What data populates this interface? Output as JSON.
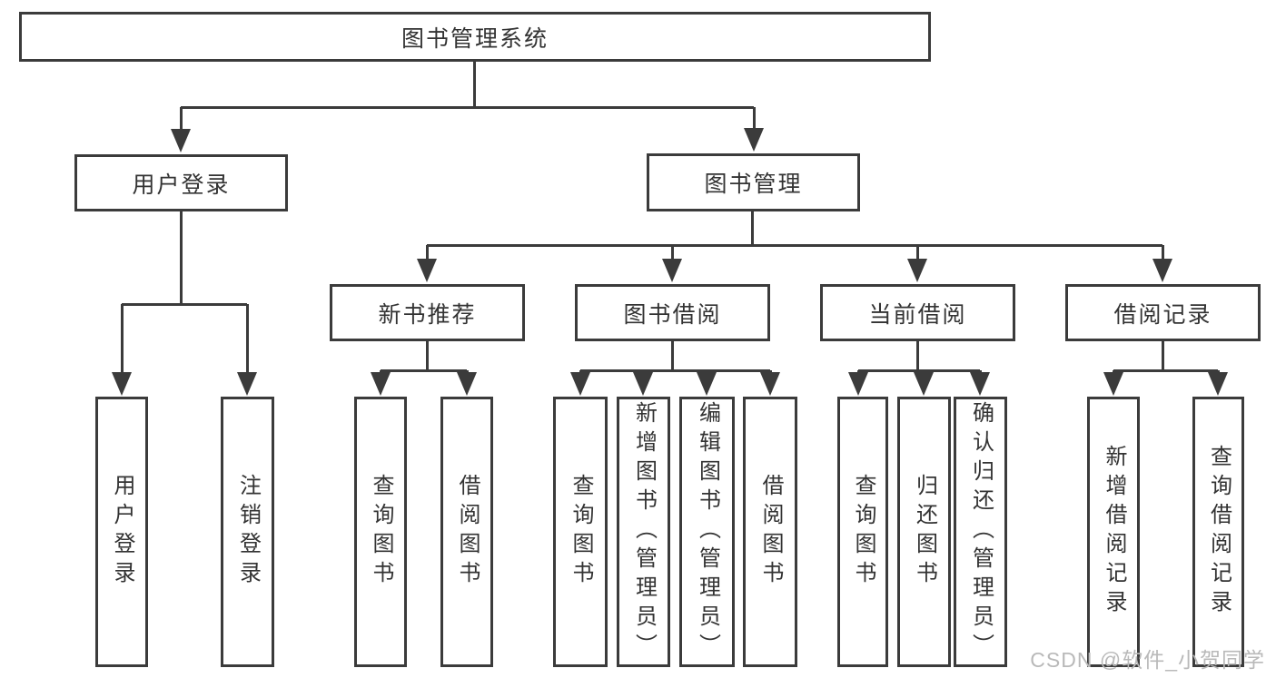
{
  "diagram_title": "图书管理系统",
  "watermark": {
    "text": "CSDN @软件_小贺同学"
  },
  "colors": {
    "line": "#3b3b3b",
    "text": "#333333",
    "background": "#ffffff",
    "watermark": "#b9b9b9"
  },
  "nodes": [
    {
      "id": "root",
      "label": "图书管理系统",
      "level": 1,
      "parent": null
    },
    {
      "id": "user-login",
      "label": "用户登录",
      "level": 2,
      "parent": "root"
    },
    {
      "id": "book-management",
      "label": "图书管理",
      "level": 2,
      "parent": "root"
    },
    {
      "id": "new-book-recommend",
      "label": "新书推荐",
      "level": 3,
      "parent": "book-management"
    },
    {
      "id": "book-borrow",
      "label": "图书借阅",
      "level": 3,
      "parent": "book-management"
    },
    {
      "id": "current-borrow",
      "label": "当前借阅",
      "level": 3,
      "parent": "book-management"
    },
    {
      "id": "borrow-records",
      "label": "借阅记录",
      "level": 3,
      "parent": "book-management"
    },
    {
      "id": "leaf-user-login",
      "label": "用户登录",
      "level": 4,
      "parent": "user-login"
    },
    {
      "id": "leaf-logout",
      "label": "注销登录",
      "level": 4,
      "parent": "user-login"
    },
    {
      "id": "leaf-query-book-recommend",
      "label": "查询图书",
      "level": 4,
      "parent": "new-book-recommend"
    },
    {
      "id": "leaf-borrow-book-recommend",
      "label": "借阅图书",
      "level": 4,
      "parent": "new-book-recommend"
    },
    {
      "id": "leaf-query-book-borrow",
      "label": "查询图书",
      "level": 4,
      "parent": "book-borrow"
    },
    {
      "id": "leaf-add-book-admin",
      "label": "新增图书（管理员）",
      "level": 4,
      "parent": "book-borrow"
    },
    {
      "id": "leaf-edit-book-admin",
      "label": "编辑图书（管理员）",
      "level": 4,
      "parent": "book-borrow"
    },
    {
      "id": "leaf-borrow-book",
      "label": "借阅图书",
      "level": 4,
      "parent": "book-borrow"
    },
    {
      "id": "leaf-query-book-current",
      "label": "查询图书",
      "level": 4,
      "parent": "current-borrow"
    },
    {
      "id": "leaf-return-book",
      "label": "归还图书",
      "level": 4,
      "parent": "current-borrow"
    },
    {
      "id": "leaf-confirm-return-admin",
      "label": "确认归还（管理员）",
      "level": 4,
      "parent": "current-borrow"
    },
    {
      "id": "leaf-add-borrow-record",
      "label": "新增借阅记录",
      "level": 4,
      "parent": "borrow-records"
    },
    {
      "id": "leaf-query-borrow-record",
      "label": "查询借阅记录",
      "level": 4,
      "parent": "borrow-records"
    }
  ]
}
